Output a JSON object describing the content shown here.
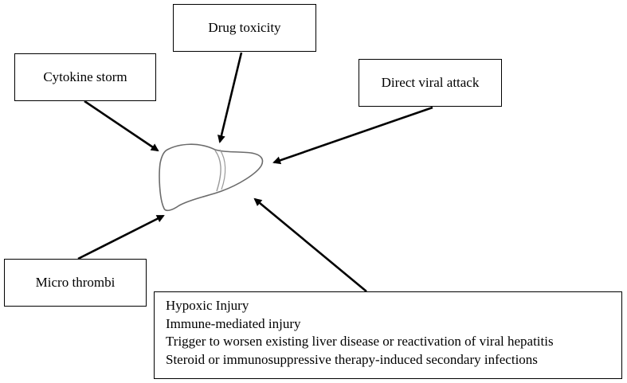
{
  "diagram": {
    "boxes": {
      "cytokine": "Cytokine storm",
      "drug": "Drug toxicity",
      "viral": "Direct viral attack",
      "thrombi": "Micro thrombi"
    },
    "list_items": [
      "Hypoxic Injury",
      "Immune-mediated injury",
      "Trigger to worsen existing liver disease or reactivation of viral hepatitis",
      "Steroid or immunosuppressive therapy-induced secondary infections"
    ],
    "center_icon": "liver-icon"
  }
}
